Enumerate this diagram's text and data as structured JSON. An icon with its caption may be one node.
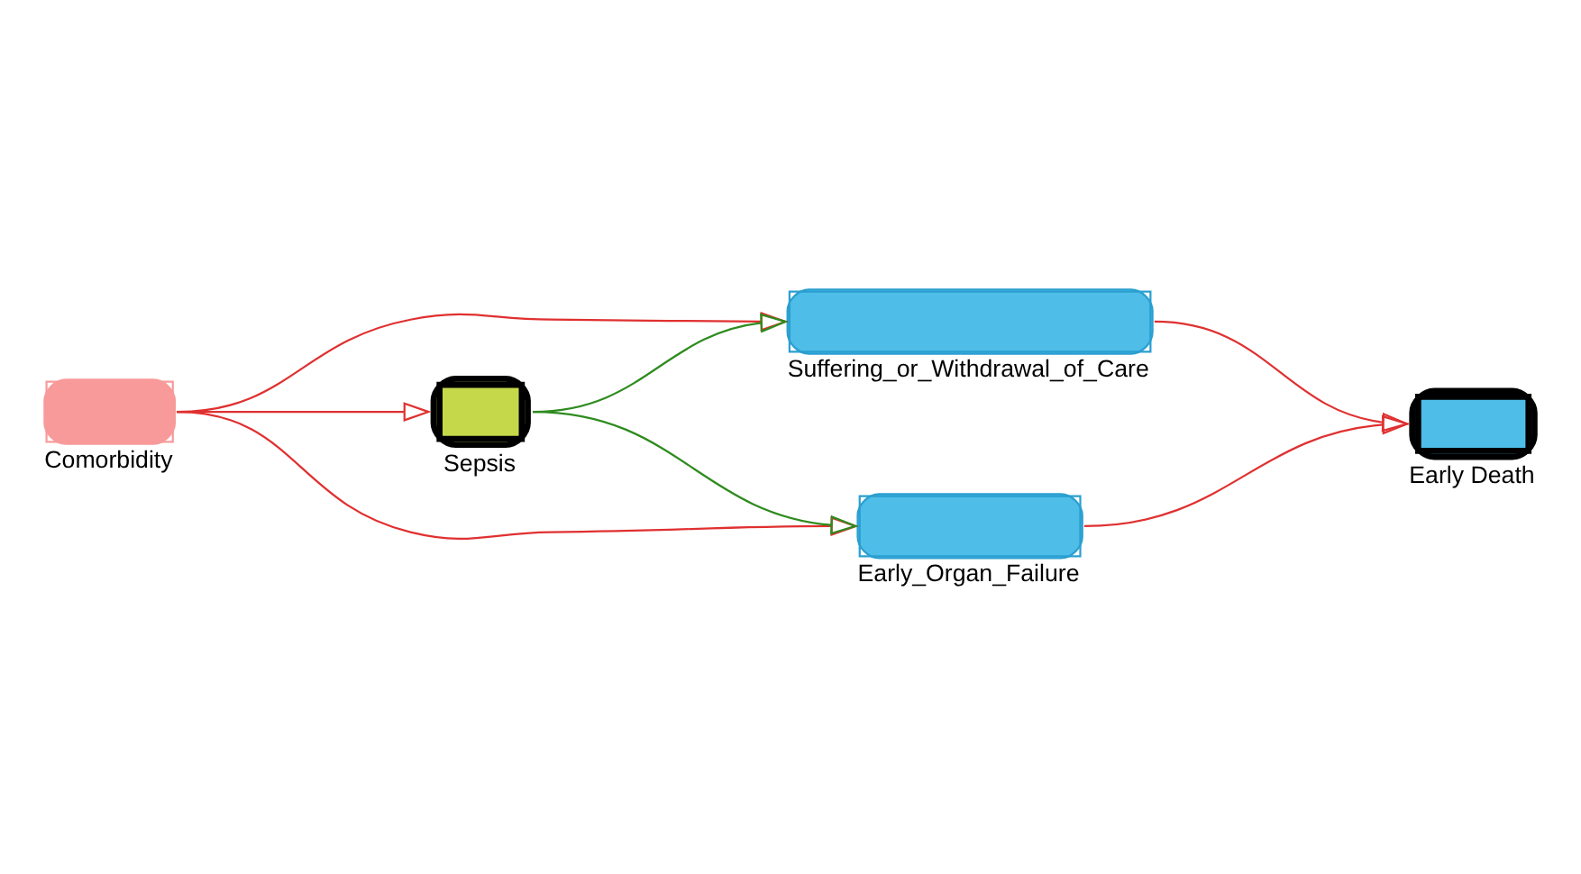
{
  "diagram": {
    "nodes": [
      {
        "text": [
          "Comorbidity"
        ]
      },
      {
        "text": [
          "Sepsis"
        ]
      },
      {
        "text": [
          "Suffering_or_Withdrawal_of_Care"
        ]
      },
      {
        "text": [
          "Early_Organ_Failure"
        ]
      },
      {
        "text": [
          "Early Death"
        ]
      }
    ],
    "edges": [
      {
        "from": 0,
        "to": 1,
        "arrow": "to"
      },
      {
        "from": 0,
        "to": 2,
        "arrow": "to"
      },
      {
        "from": 0,
        "to": 3,
        "arrow": "to"
      },
      {
        "from": 1,
        "to": 2,
        "arrow": "to",
        "color": "#2e8b1e"
      },
      {
        "from": 1,
        "to": 3,
        "arrow": "to",
        "color": "#2e8b1e"
      },
      {
        "from": 2,
        "to": 4,
        "arrow": "to"
      },
      {
        "from": 3,
        "to": 4,
        "arrow": "to"
      }
    ]
  }
}
